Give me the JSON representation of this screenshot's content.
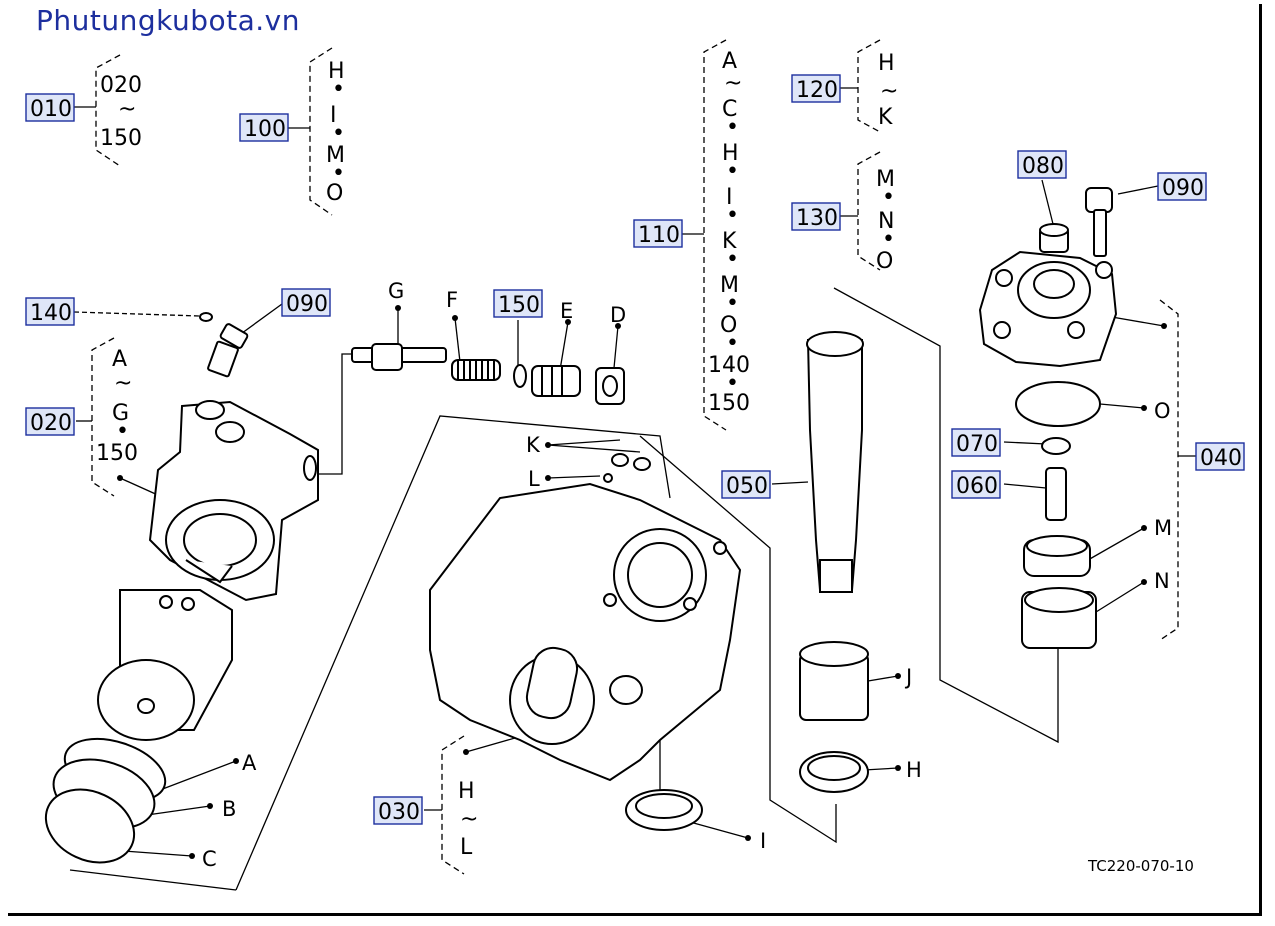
{
  "site": {
    "title": "Phutungkubota.vn"
  },
  "figure": {
    "code": "TC220-070-10"
  },
  "part_numbers": {
    "p010": "010",
    "p020": "020",
    "p030": "030",
    "p040": "040",
    "p050": "050",
    "p060": "060",
    "p070": "070",
    "p080": "080",
    "p090_left": "090",
    "p090_right": "090",
    "p100": "100",
    "p110": "110",
    "p120": "120",
    "p130": "130",
    "p140": "140",
    "p150": "150"
  },
  "letters": {
    "A": "A",
    "B": "B",
    "C": "C",
    "D": "D",
    "E": "E",
    "F": "F",
    "G": "G",
    "H": "H",
    "I": "I",
    "J": "J",
    "K": "K",
    "L": "L",
    "M": "M",
    "N": "N",
    "O": "O"
  },
  "groups": {
    "g010": [
      "020",
      "~",
      "150"
    ],
    "g100": [
      "H",
      "•",
      "I",
      "•",
      "M",
      "•",
      "O"
    ],
    "g020": [
      "A",
      "~",
      "G",
      "•",
      "150"
    ],
    "g110": [
      "A",
      "~",
      "C",
      "•",
      "H",
      "•",
      "I",
      "•",
      "K",
      "•",
      "M",
      "•",
      "O",
      "•",
      "140",
      "•",
      "150"
    ],
    "g120": [
      "H",
      "~",
      "K"
    ],
    "g130": [
      "M",
      "•",
      "N",
      "•",
      "O"
    ],
    "g030": [
      "H",
      "~",
      "L"
    ]
  }
}
